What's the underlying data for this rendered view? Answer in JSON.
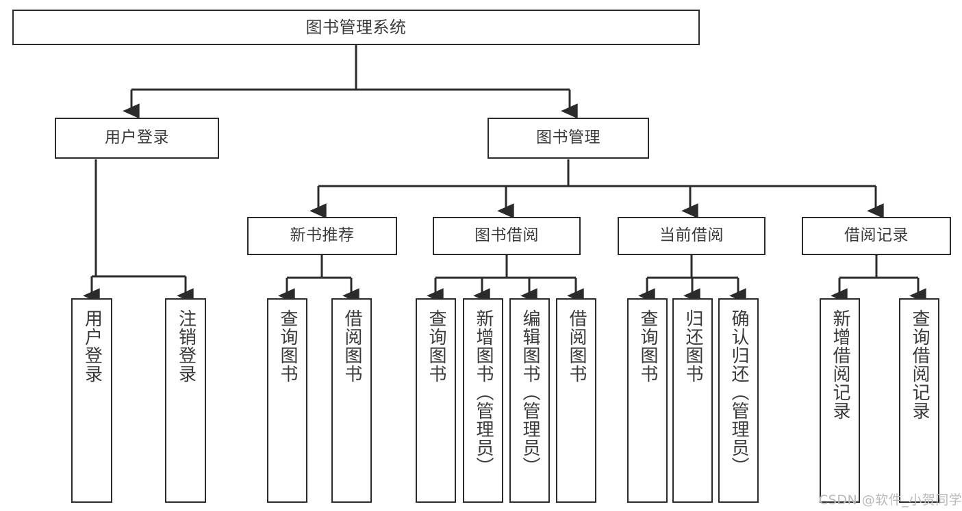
{
  "diagram": {
    "title": "图书管理系统",
    "type": "hierarchy-tree",
    "watermark": "CSDN @软件_小贺同学",
    "colors": {
      "stroke": "#2b2b2b",
      "text": "#3a3a3a",
      "background": "#ffffff",
      "watermark": "#b9b9b9"
    },
    "nodes": {
      "root": {
        "label": "图书管理系统"
      },
      "level2": [
        {
          "id": "user-login",
          "label": "用户登录"
        },
        {
          "id": "book-manage",
          "label": "图书管理"
        }
      ],
      "level3": [
        {
          "id": "new-book-recommend",
          "label": "新书推荐"
        },
        {
          "id": "book-borrow",
          "label": "图书借阅"
        },
        {
          "id": "current-borrow",
          "label": "当前借阅"
        },
        {
          "id": "borrow-record",
          "label": "借阅记录"
        }
      ],
      "leaves": {
        "user_login": [
          {
            "id": "leaf-user-login",
            "label": "用户登录"
          },
          {
            "id": "leaf-logout-login",
            "label": "注销登录"
          }
        ],
        "new_book_recommend": [
          {
            "id": "leaf-query-book-1",
            "label": "查询图书"
          },
          {
            "id": "leaf-borrow-book-1",
            "label": "借阅图书"
          }
        ],
        "book_borrow": [
          {
            "id": "leaf-query-book-2",
            "label": "查询图书"
          },
          {
            "id": "leaf-add-book",
            "label": "新增图书（管理员）"
          },
          {
            "id": "leaf-edit-book",
            "label": "编辑图书（管理员）"
          },
          {
            "id": "leaf-borrow-book-2",
            "label": "借阅图书"
          }
        ],
        "current_borrow": [
          {
            "id": "leaf-query-book-3",
            "label": "查询图书"
          },
          {
            "id": "leaf-return-book",
            "label": "归还图书"
          },
          {
            "id": "leaf-confirm-return",
            "label": "确认归还（管理员）"
          }
        ],
        "borrow_record": [
          {
            "id": "leaf-add-borrow-record",
            "label": "新增借阅记录"
          },
          {
            "id": "leaf-query-borrow-record",
            "label": "查询借阅记录"
          }
        ]
      }
    }
  }
}
